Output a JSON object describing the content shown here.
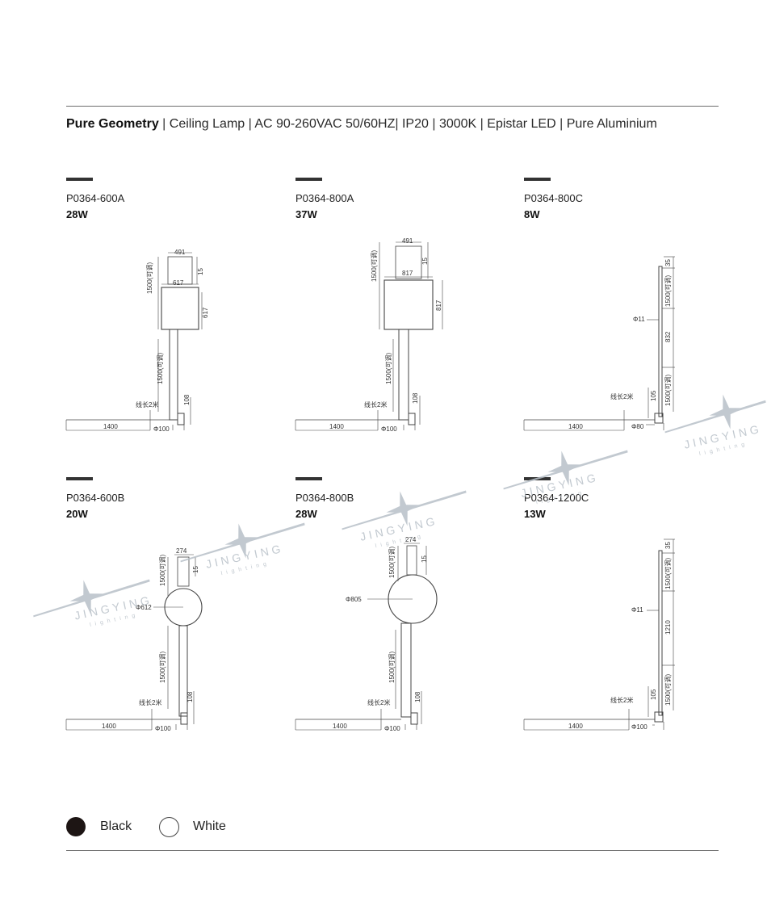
{
  "header": {
    "brand": "Pure Geometry",
    "specs": [
      "Ceiling Lamp",
      "AC 90-260VAC 50/60HZ",
      "IP20",
      "3000K",
      "Epistar LED",
      "Pure Aluminium"
    ]
  },
  "products": [
    {
      "model": "P0364-600A",
      "power": "28W"
    },
    {
      "model": "P0364-800A",
      "power": "37W"
    },
    {
      "model": "P0364-800C",
      "power": "8W"
    },
    {
      "model": "P0364-600B",
      "power": "20W"
    },
    {
      "model": "P0364-800B",
      "power": "28W"
    },
    {
      "model": "P0364-1200C",
      "power": "13W"
    }
  ],
  "dims": {
    "d491": "491",
    "d15": "15",
    "d617": "617",
    "d817": "817",
    "d1500adj": "1500(可调)",
    "d108": "108",
    "d1400": "1400",
    "d100": "Φ100",
    "cable": "线长2米",
    "d35": "35",
    "d11": "Φ11",
    "d832": "832",
    "d105": "105",
    "d80": "Φ80",
    "d274": "274",
    "d612": "Φ612",
    "d805": "Φ805",
    "d1210": "1210"
  },
  "watermark": {
    "name": "JINGYING",
    "sub": "lighting"
  },
  "colors": {
    "options": [
      {
        "label": "Black",
        "hex": "#1d1514"
      },
      {
        "label": "White",
        "hex": "#ffffff"
      }
    ],
    "line": "#444444",
    "rule": "#6d6d6d",
    "watermark": "#b8c0c8"
  }
}
